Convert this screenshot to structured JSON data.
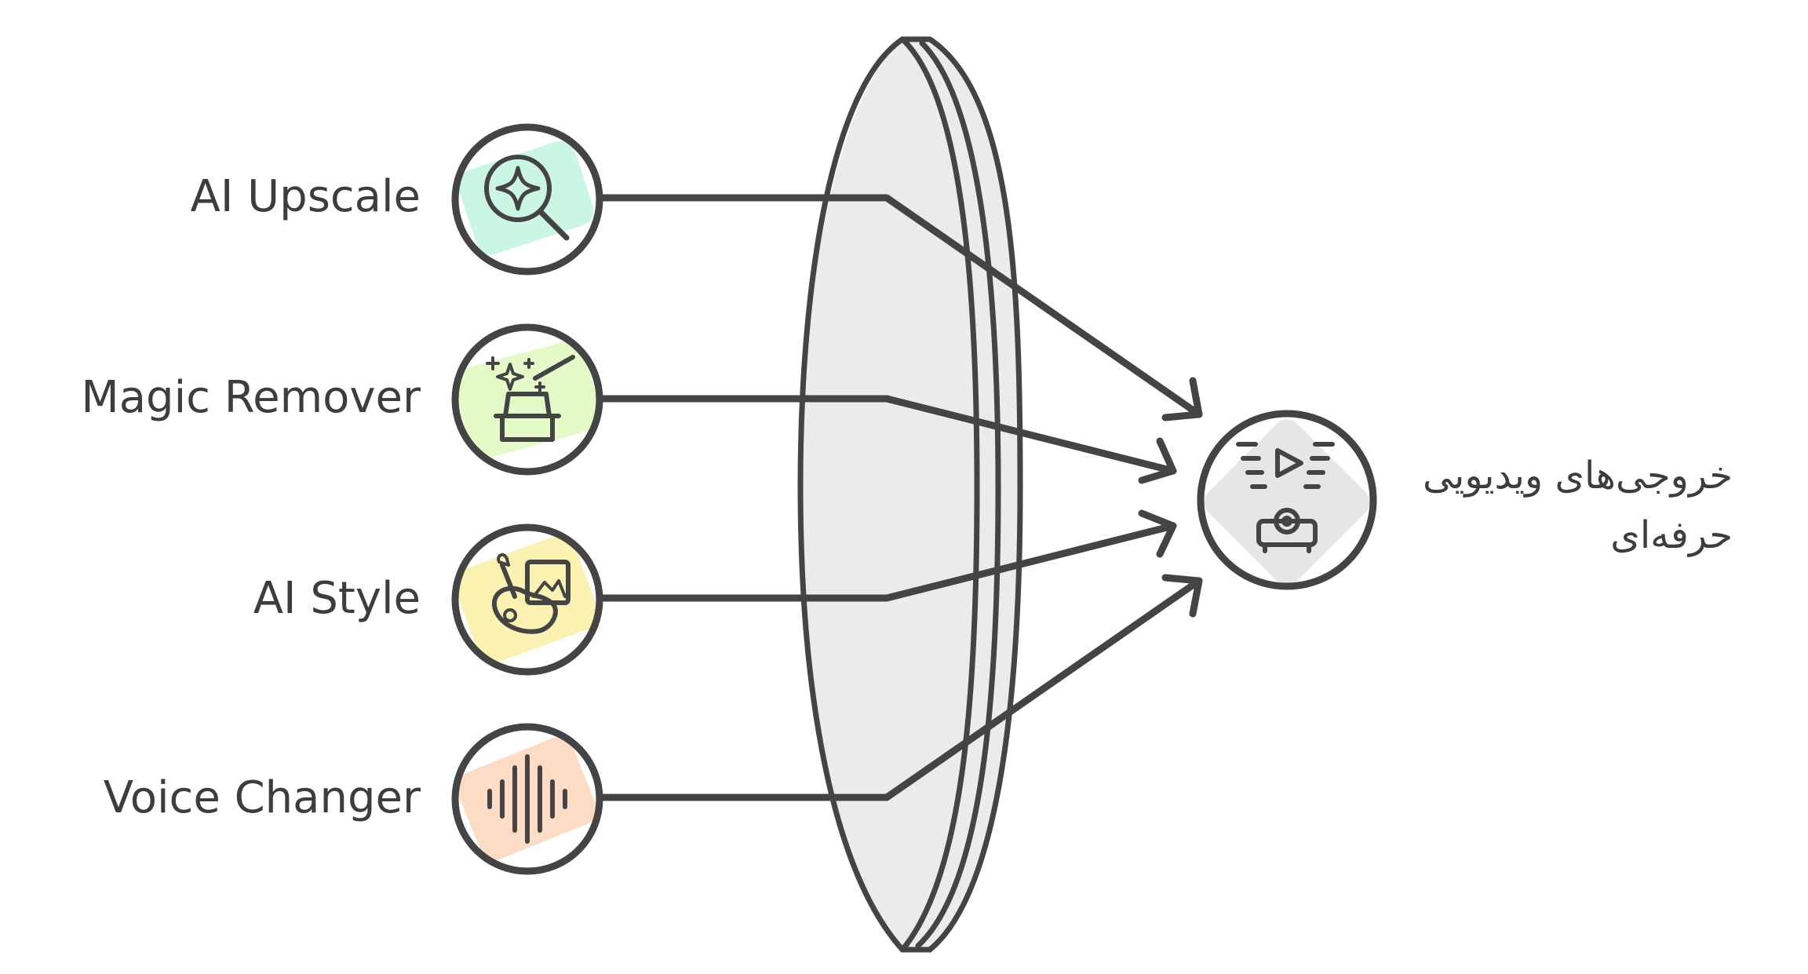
{
  "inputs": [
    {
      "label": "AI Upscale",
      "icon": "magnifier-sparkle-icon",
      "color": "#c9f7e3"
    },
    {
      "label": "Magic Remover",
      "icon": "magic-hat-icon",
      "color": "#e4fbc8"
    },
    {
      "label": "AI Style",
      "icon": "palette-art-icon",
      "color": "#fbf1b0"
    },
    {
      "label": "Voice Changer",
      "icon": "sound-wave-icon",
      "color": "#fcdcc4"
    }
  ],
  "output": {
    "line1": "خروجی‌های ویدیویی",
    "line2": "حرفه‌ای",
    "icon": "video-projector-icon",
    "color": "#e6e6e6"
  },
  "colors": {
    "ink": "#444444",
    "lens": "#ebebeb"
  }
}
